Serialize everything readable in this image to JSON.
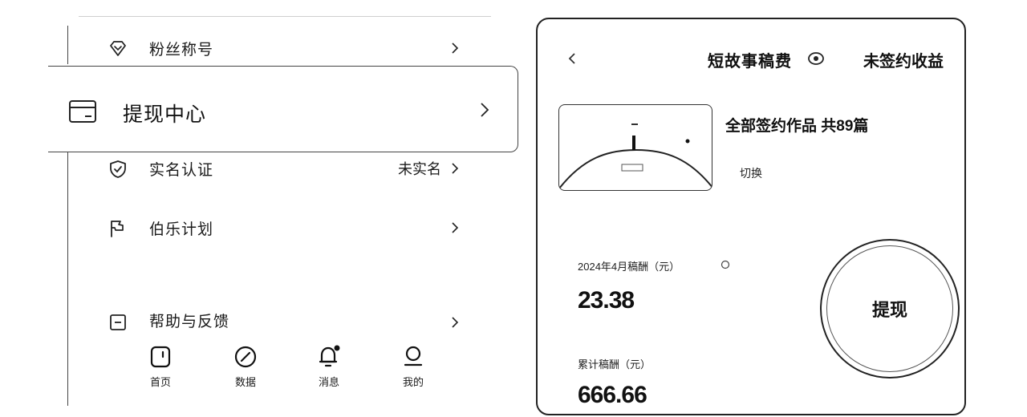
{
  "left_menu": {
    "fans_title": {
      "label": "粉丝称号",
      "icon": "diamond-icon"
    },
    "withdraw_center": {
      "label": "提现中心",
      "icon": "wallet-icon"
    },
    "real_name": {
      "label": "实名认证",
      "status": "未实名",
      "icon": "shield-check-icon"
    },
    "bole_plan": {
      "label": "伯乐计划",
      "icon": "flag-icon"
    },
    "help_feedback": {
      "label": "帮助与反馈",
      "icon": "feedback-icon"
    }
  },
  "tabbar": {
    "items": [
      {
        "label": "首页",
        "icon": "home-icon"
      },
      {
        "label": "数据",
        "icon": "data-icon"
      },
      {
        "label": "消息",
        "icon": "bell-icon",
        "badge": true
      },
      {
        "label": "我的",
        "icon": "profile-icon"
      }
    ]
  },
  "income_panel": {
    "title": "短故事稿费",
    "unsigned_income_link": "未签约收益",
    "work_summary": "全部签约作品 共89篇",
    "switch_label": "切换",
    "author_line": "",
    "month_label": "2024年4月稿酬（元）",
    "month_amount": "23.38",
    "total_label": "累计稿酬（元）",
    "total_amount": "666.66",
    "withdraw_button": "提现"
  },
  "colors": {
    "stroke": "#222222",
    "text": "#111111",
    "muted": "#888888",
    "badge": "#111111"
  }
}
